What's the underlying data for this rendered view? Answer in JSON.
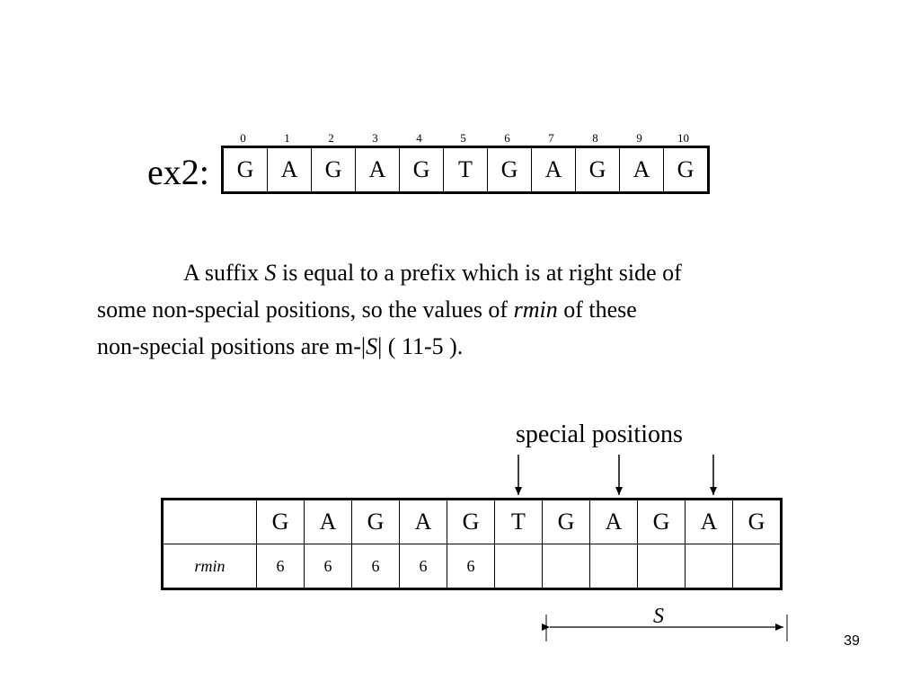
{
  "top": {
    "label": "ex2:",
    "indices": [
      "0",
      "1",
      "2",
      "3",
      "4",
      "5",
      "6",
      "7",
      "8",
      "9",
      "10"
    ],
    "sequence": [
      "G",
      "A",
      "G",
      "A",
      "G",
      "T",
      "G",
      "A",
      "G",
      "A",
      "G"
    ]
  },
  "paragraph": {
    "line1_a": "A suffix ",
    "line1_b": "S",
    "line1_c": " is equal to a prefix which is at right side of",
    "line2_a": "some non-special positions, so the values of ",
    "line2_b": "rmin",
    "line2_c": " of these",
    "line3_a": "non-special positions are m-|",
    "line3_b": "S",
    "line3_c": "| ( 11-5 )."
  },
  "diagram": {
    "special_label": "special positions",
    "header_cell": "",
    "sequence": [
      "G",
      "A",
      "G",
      "A",
      "G",
      "T",
      "G",
      "A",
      "G",
      "A",
      "G"
    ],
    "rmin_label": "rmin",
    "rmin_values": [
      "6",
      "6",
      "6",
      "6",
      "6",
      "",
      "",
      "",
      "",
      "",
      ""
    ],
    "s_label": "S"
  },
  "page_number": "39"
}
